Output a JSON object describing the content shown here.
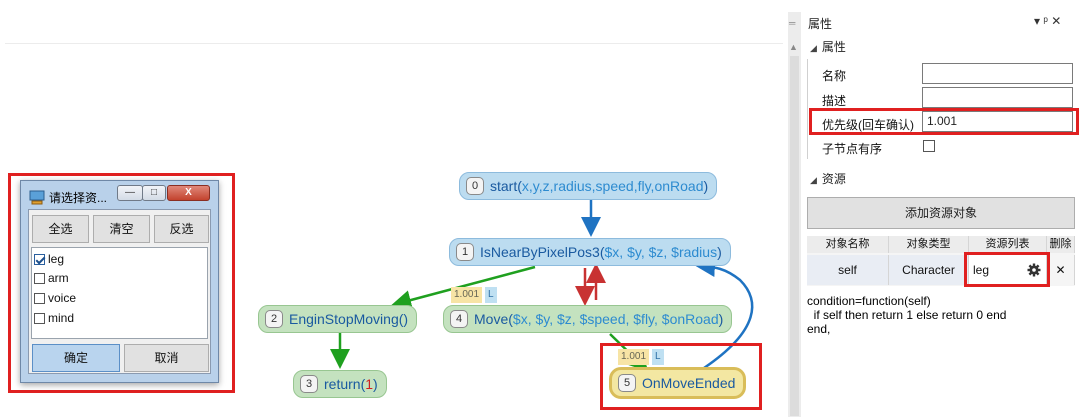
{
  "graph": {
    "node0": {
      "num": "0",
      "name": "start",
      "open": "(",
      "args": "x,y,z,radius,speed,fly,onRoad",
      "close": ")"
    },
    "node1": {
      "num": "1",
      "name": "IsNearByPixelPos3",
      "open": "(",
      "args": "$x, $y, $z, $radius",
      "close": ")"
    },
    "node2": {
      "num": "2",
      "name": "EnginStopMoving",
      "open": "(",
      "args": "",
      "close": ")"
    },
    "node3": {
      "num": "3",
      "name": "return",
      "open": "(",
      "args": "1",
      "close": ")"
    },
    "node4": {
      "num": "4",
      "name": "Move",
      "open": "(",
      "args": "$x, $y, $z, $speed, $fly, $onRoad",
      "close": ")"
    },
    "node5": {
      "num": "5",
      "name": "OnMoveEnded"
    },
    "badge4_priority": "1.001",
    "badge4_l": "L",
    "badge5_priority": "1.001",
    "badge5_l": "L",
    "colors": {
      "node_blue": "#bcdcf0",
      "node_green": "#c4e2bf",
      "arrow_blue": "#1f73c2",
      "arrow_green": "#1fa01f",
      "arrow_red": "#c83232",
      "highlight": "#e02020"
    }
  },
  "dialog": {
    "title": "请选择资...",
    "btn_select_all": "全选",
    "btn_clear": "清空",
    "btn_invert": "反选",
    "items": [
      {
        "label": "leg",
        "checked": true
      },
      {
        "label": "arm",
        "checked": false
      },
      {
        "label": "voice",
        "checked": false
      },
      {
        "label": "mind",
        "checked": false
      }
    ],
    "btn_ok": "确定",
    "btn_cancel": "取消",
    "minimize": "—",
    "maximize": "□",
    "close": "X"
  },
  "panel": {
    "title": "属性",
    "pin_controls": "▾ ᵖ ✕",
    "section_props": "属性",
    "label_name": "名称",
    "label_desc": "描述",
    "label_priority": "优先级(回车确认)",
    "priority_value": "1.001",
    "label_child_order": "子节点有序",
    "section_resources": "资源",
    "add_resource_btn": "添加资源对象",
    "grid_headers": [
      "对象名称",
      "对象类型",
      "资源列表",
      "删除"
    ],
    "grid_row": {
      "name": "self",
      "type": "Character",
      "resource": "leg",
      "delete": "✕"
    },
    "code": "condition=function(self)\n  if self then return 1 else return 0 end\nend,"
  }
}
